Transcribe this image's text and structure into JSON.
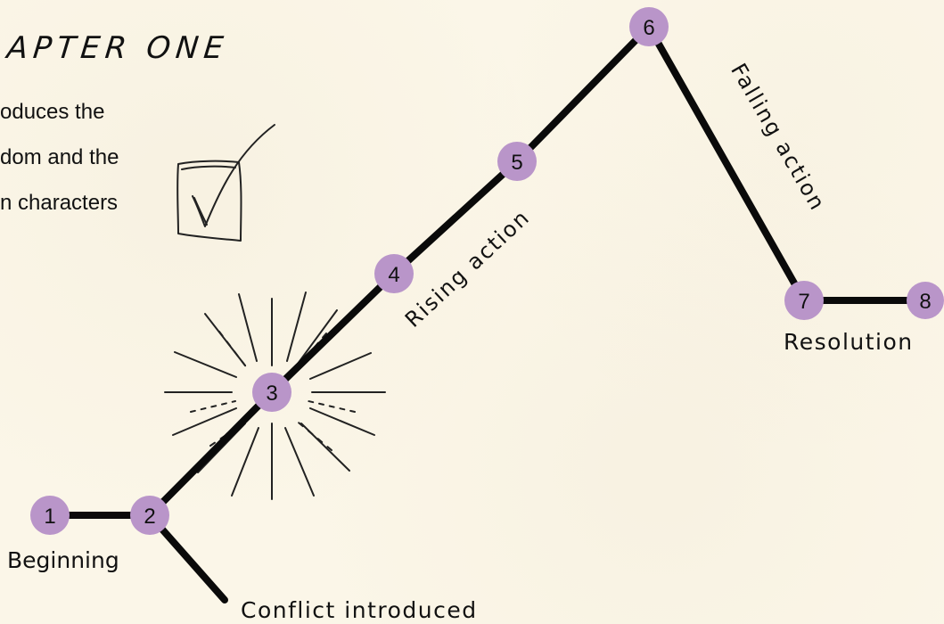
{
  "chapter": {
    "title": "APTER ONE",
    "text_lines": [
      "oduces the",
      "dom and the",
      "n characters"
    ]
  },
  "points": [
    {
      "number": "1",
      "label": "Beginning"
    },
    {
      "number": "2",
      "label": "Conflict introduced"
    },
    {
      "number": "3"
    },
    {
      "number": "4"
    },
    {
      "number": "5"
    },
    {
      "number": "6"
    },
    {
      "number": "7",
      "label": "Resolution"
    },
    {
      "number": "8"
    }
  ],
  "segments": {
    "rising": "Rising action",
    "falling": "Falling action"
  },
  "colors": {
    "node_fill": "#b995c9",
    "line": "#0a0a0a",
    "ink": "#222222",
    "background": "#fbf6e8"
  },
  "icons": {
    "checkbox": "checked-box-icon",
    "burst": "starburst-icon"
  }
}
